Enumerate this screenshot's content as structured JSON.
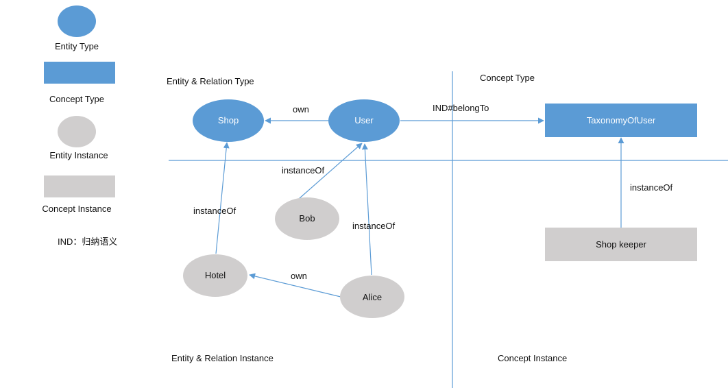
{
  "colors": {
    "entity_type": "#5b9bd5",
    "concept_type": "#5b9bd5",
    "instance": "#d0cece",
    "edge": "#5b9bd5"
  },
  "legend": {
    "entity_type": "Entity Type",
    "concept_type": "Concept Type",
    "entity_instance": "Entity Instance",
    "concept_instance": "Concept Instance",
    "ind_note": "IND：归纳语义"
  },
  "regions": {
    "entity_relation_type": "Entity & Relation Type",
    "concept_type": "Concept Type",
    "entity_relation_instance": "Entity & Relation Instance",
    "concept_instance": "Concept Instance"
  },
  "nodes": {
    "shop": "Shop",
    "user": "User",
    "taxonomy": "TaxonomyOfUser",
    "bob": "Bob",
    "hotel": "Hotel",
    "alice": "Alice",
    "shop_keeper": "Shop keeper"
  },
  "edges": {
    "user_own_shop": "own",
    "user_belongs_taxonomy": "IND#belongTo",
    "bob_instance_user": "instanceOf",
    "hotel_instance_shop": "instanceOf",
    "alice_instance_user": "instanceOf",
    "alice_own_hotel": "own",
    "keeper_instance_taxonomy": "instanceOf"
  }
}
